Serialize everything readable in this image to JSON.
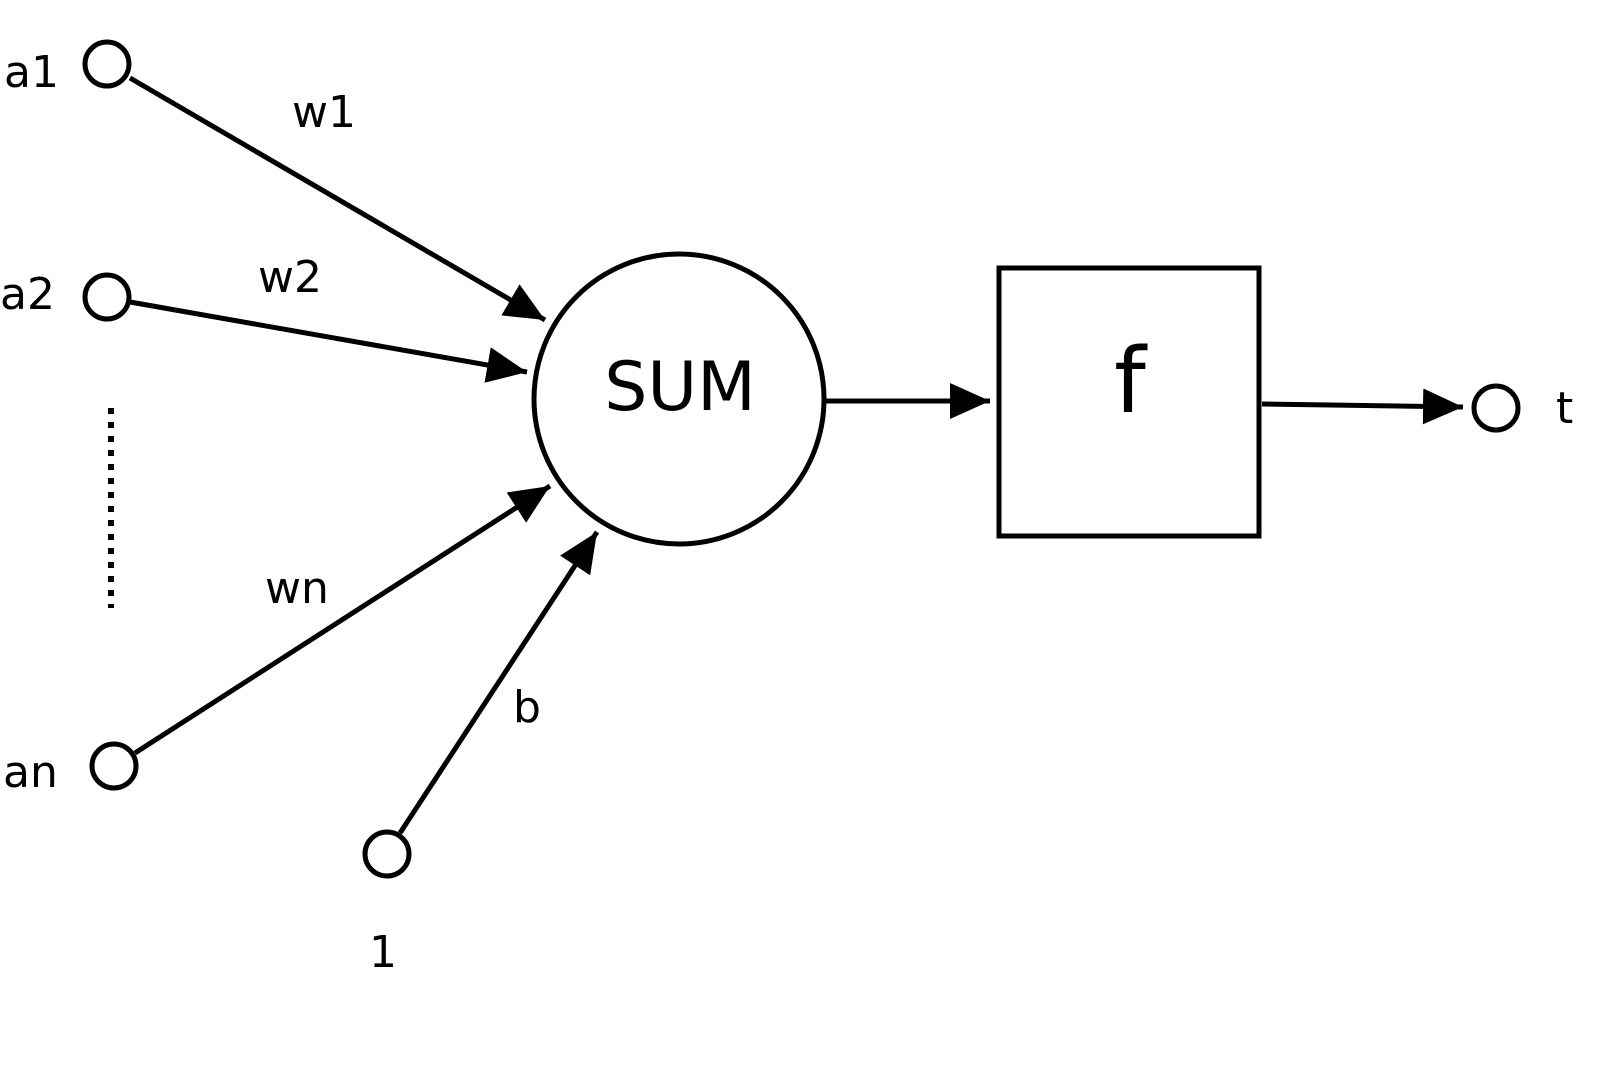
{
  "diagram": {
    "inputs": {
      "a1": "a1",
      "a2": "a2",
      "an": "an",
      "bias_input": "1"
    },
    "weights": {
      "w1": "w1",
      "w2": "w2",
      "wn": "wn",
      "b": "b"
    },
    "sum_node": "SUM",
    "function_block": "f",
    "output": "t"
  },
  "colors": {
    "stroke": "#000000",
    "background": "#ffffff"
  }
}
